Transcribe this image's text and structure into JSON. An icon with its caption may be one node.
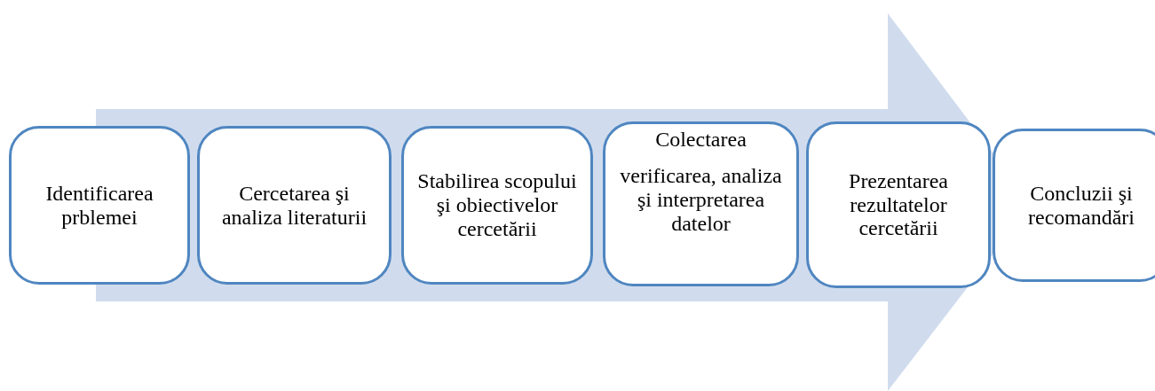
{
  "diagram": {
    "nodes": [
      {
        "text": [
          "Identificarea prblemei"
        ]
      },
      {
        "text": [
          "Cercetarea şi analiza literaturii"
        ]
      },
      {
        "text": [
          "Stabilirea scopului şi obiectivelor cercetării"
        ]
      },
      {
        "text": [
          "Colectarea",
          "verificarea, analiza şi interpretarea datelor"
        ]
      },
      {
        "text": [
          "Prezentarea rezultatelor cercetării"
        ]
      },
      {
        "text": [
          "Concluzii şi recomandări"
        ]
      }
    ]
  }
}
